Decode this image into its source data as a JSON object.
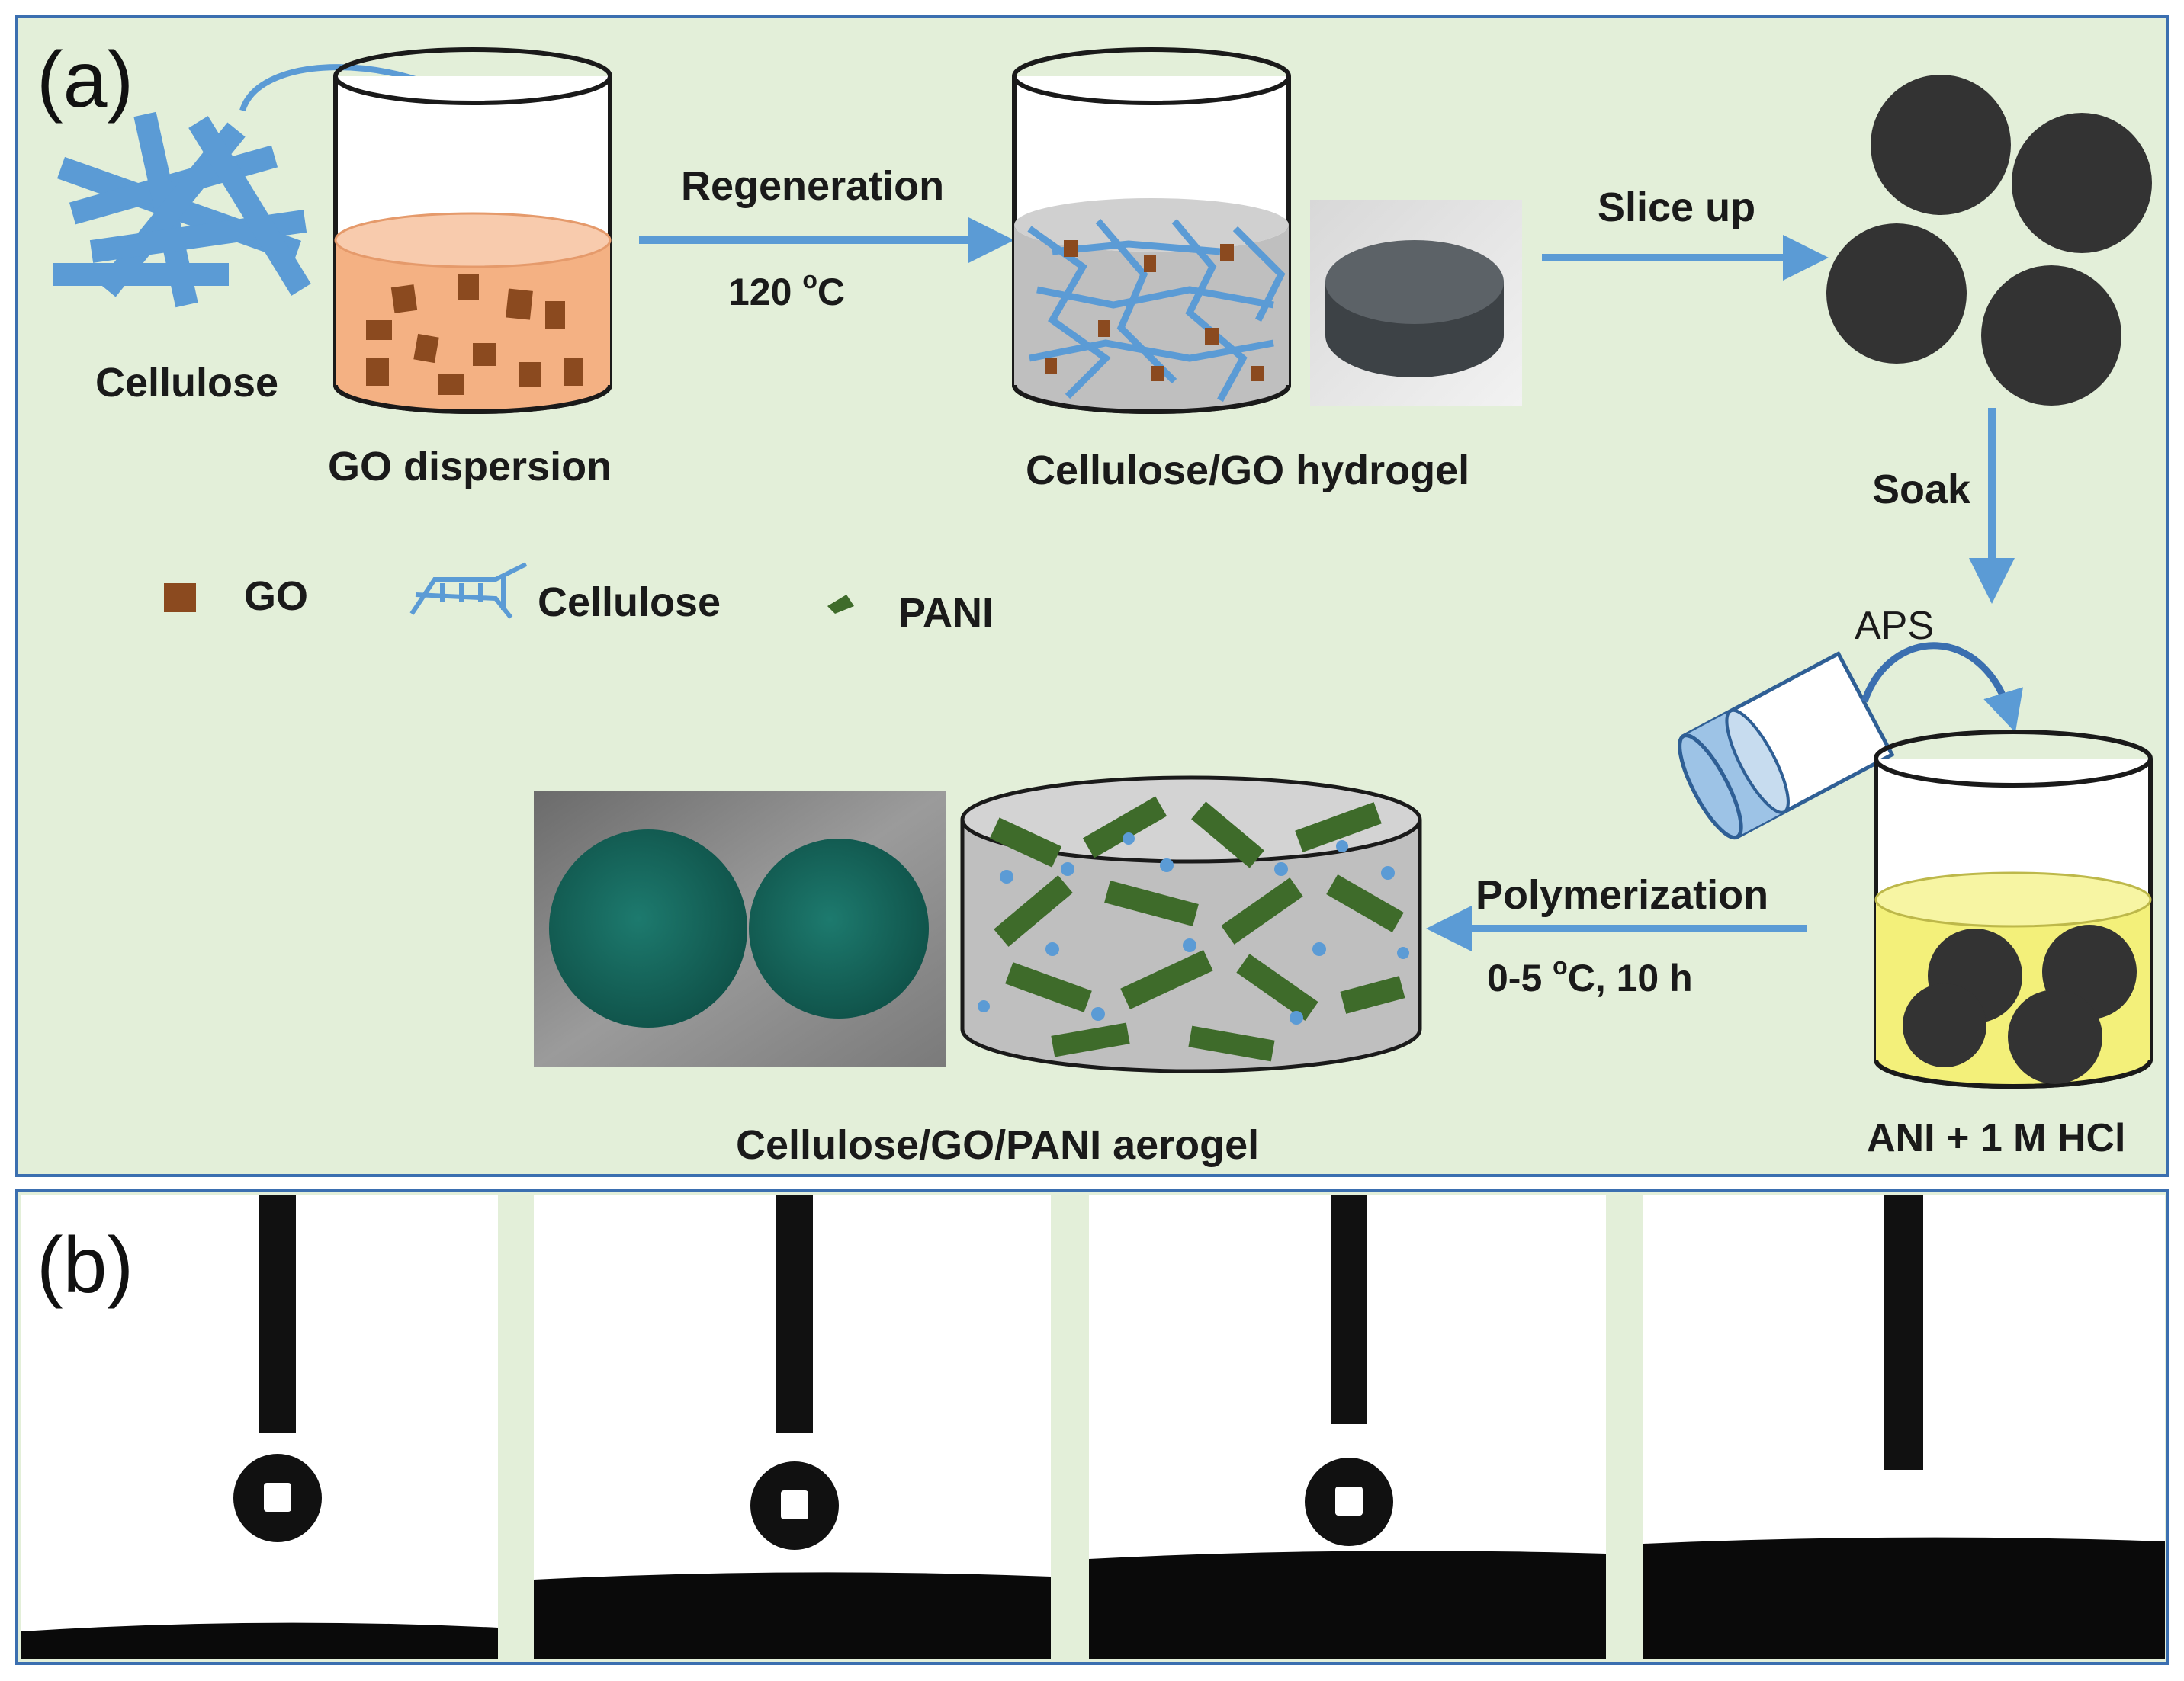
{
  "panel_a": {
    "letter": "(a)",
    "background": "#e3efd9",
    "border_color": "#3b6fb0",
    "labels": {
      "cellulose": "Cellulose",
      "go_dispersion": "GO dispersion",
      "regeneration": "Regeneration",
      "temp_main": "120 ",
      "temp_sup": "o",
      "temp_unit": "C",
      "hydrogel": "Cellulose/GO hydrogel",
      "slice_up": "Slice up",
      "soak": "Soak",
      "aps": "APS",
      "ani_hcl": "ANI  + 1 M HCl",
      "polymerization": "Polymerization",
      "cond_pre": "0-5  ",
      "cond_sup": "o",
      "cond_post": "C, 10 h",
      "aerogel": "Cellulose/GO/PANI aerogel"
    },
    "legend": [
      {
        "name": "GO",
        "icon": "go-flake-icon"
      },
      {
        "name": "Cellulose",
        "icon": "cellulose-network-icon"
      },
      {
        "name": "PANI",
        "icon": "pani-flake-icon"
      }
    ],
    "colors": {
      "arrow": "#5b9bd5",
      "cellulose": "#5b9bd5",
      "go": "#8b4a1f",
      "pani": "#3e6b2a",
      "dispersion_liquid": "#f4b183",
      "ani_liquid": "#f3f07a",
      "disc": "#333333"
    }
  },
  "panel_b": {
    "letter": "(b)",
    "border_color": "#3b6fb0",
    "frames": [
      {
        "name": "frame-1",
        "droplet": true
      },
      {
        "name": "frame-2",
        "droplet": true
      },
      {
        "name": "frame-3",
        "droplet": true
      },
      {
        "name": "frame-4",
        "droplet": false
      }
    ]
  }
}
